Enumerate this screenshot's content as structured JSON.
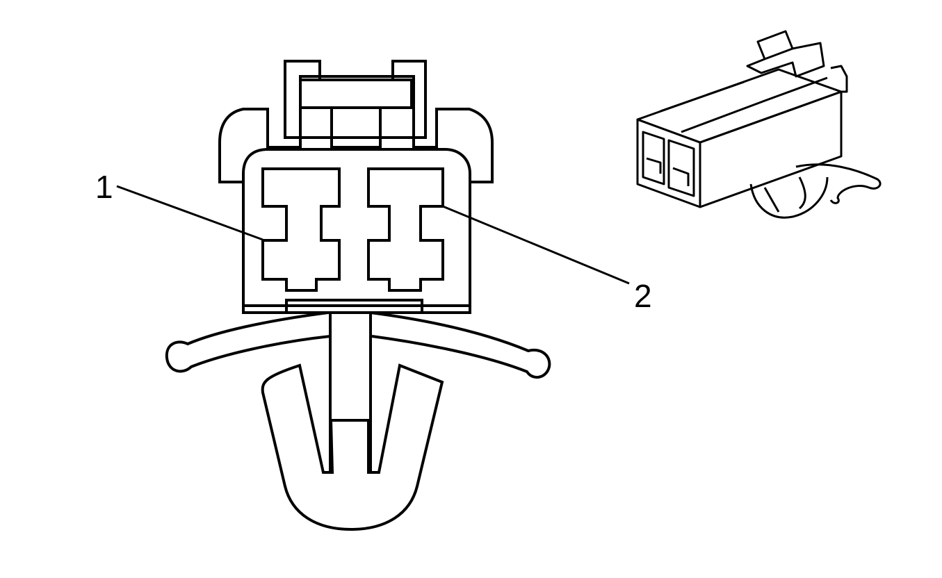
{
  "diagram": {
    "callouts": [
      {
        "id": "pin-1",
        "label": "1"
      },
      {
        "id": "pin-2",
        "label": "2"
      }
    ]
  },
  "colors": {
    "line": "#000000",
    "background": "#ffffff"
  }
}
